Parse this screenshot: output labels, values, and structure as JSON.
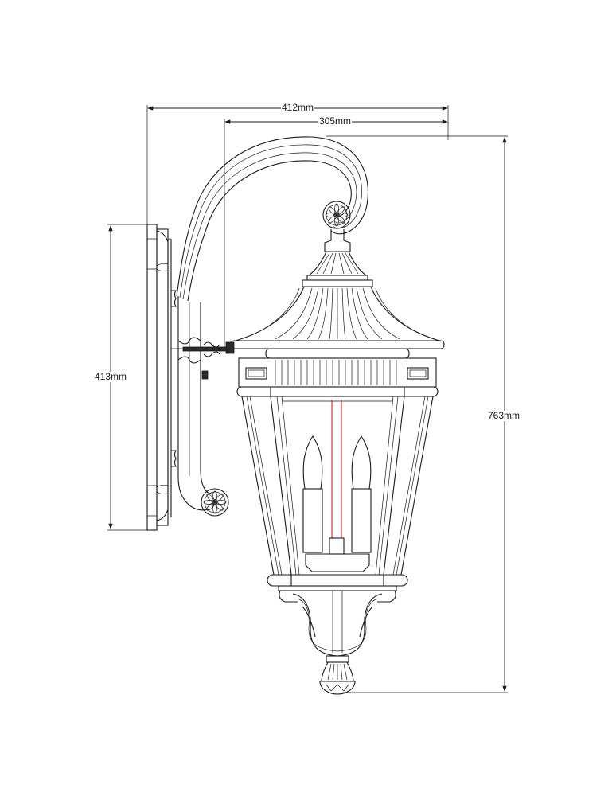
{
  "diagram": {
    "title": "Wall lantern dimension drawing",
    "subject": "Outdoor wall lantern with scroll arm, two candle bulbs",
    "colors": {
      "line": "#1a1a1a",
      "background": "#ffffff",
      "wire": "#dd2222"
    }
  },
  "dimensions": {
    "overall_projection": {
      "label": "412mm",
      "value": 412,
      "unit": "mm",
      "axis": "horizontal"
    },
    "lantern_offset": {
      "label": "305mm",
      "value": 305,
      "unit": "mm",
      "axis": "horizontal"
    },
    "backplate_height": {
      "label": "413mm",
      "value": 413,
      "unit": "mm",
      "axis": "vertical"
    },
    "overall_height": {
      "label": "763mm",
      "value": 763,
      "unit": "mm",
      "axis": "vertical"
    }
  },
  "components": [
    {
      "name": "backplate"
    },
    {
      "name": "scroll-arm"
    },
    {
      "name": "rosette-top"
    },
    {
      "name": "rosette-bottom"
    },
    {
      "name": "finial-top"
    },
    {
      "name": "roof-canopy"
    },
    {
      "name": "frieze-band"
    },
    {
      "name": "glass-panels"
    },
    {
      "name": "candle-bulbs",
      "count": 2
    },
    {
      "name": "bottom-bowl"
    },
    {
      "name": "finial-bottom"
    }
  ]
}
